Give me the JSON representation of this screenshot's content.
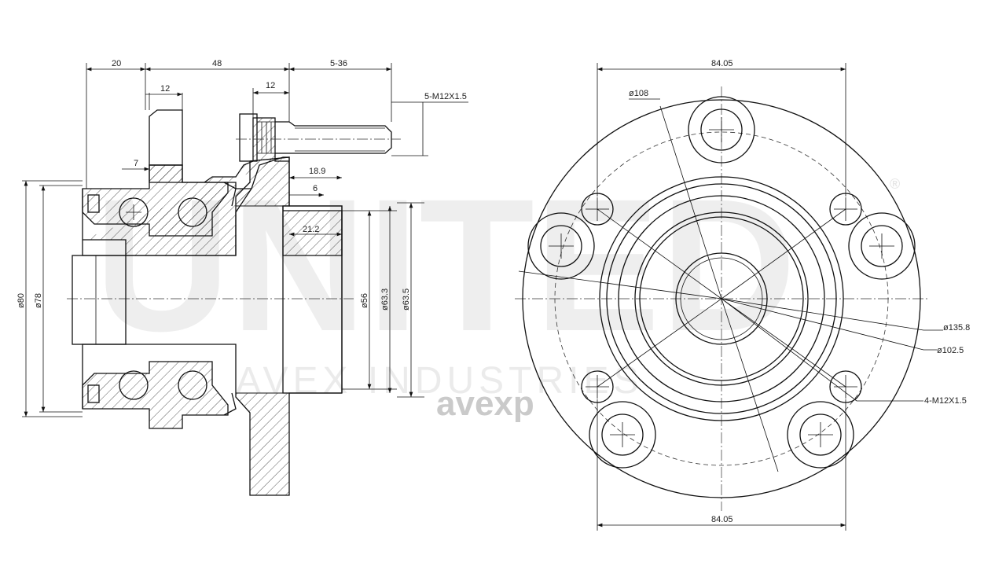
{
  "watermark": {
    "brand": "UNITED",
    "company": "AVEX INDUSTRIES",
    "registered": "®",
    "overlay": "аvеxр"
  },
  "side_view": {
    "dims": {
      "flange_offset": "20",
      "hub_length": "48",
      "inner_width": "12",
      "flange_width": "12",
      "stud_label": "5-36",
      "stud_thread": "5-M12X1.5",
      "seal_gap": "7",
      "spigot_length": "18.9",
      "spigot_step": "6",
      "spigot_depth": "21.2",
      "outer_dia_1": "ø80",
      "outer_dia_2": "ø78",
      "bore_dia": "ø56",
      "spigot_dia_1": "ø63.3",
      "spigot_dia_2": "ø63.5"
    }
  },
  "front_view": {
    "dims": {
      "width_top": "84.05",
      "width_bottom": "84.05",
      "pcd": "ø108",
      "flange_dia": "ø135.8",
      "hub_dia": "ø102.5",
      "mount_thread": "4-M12X1.5"
    }
  }
}
